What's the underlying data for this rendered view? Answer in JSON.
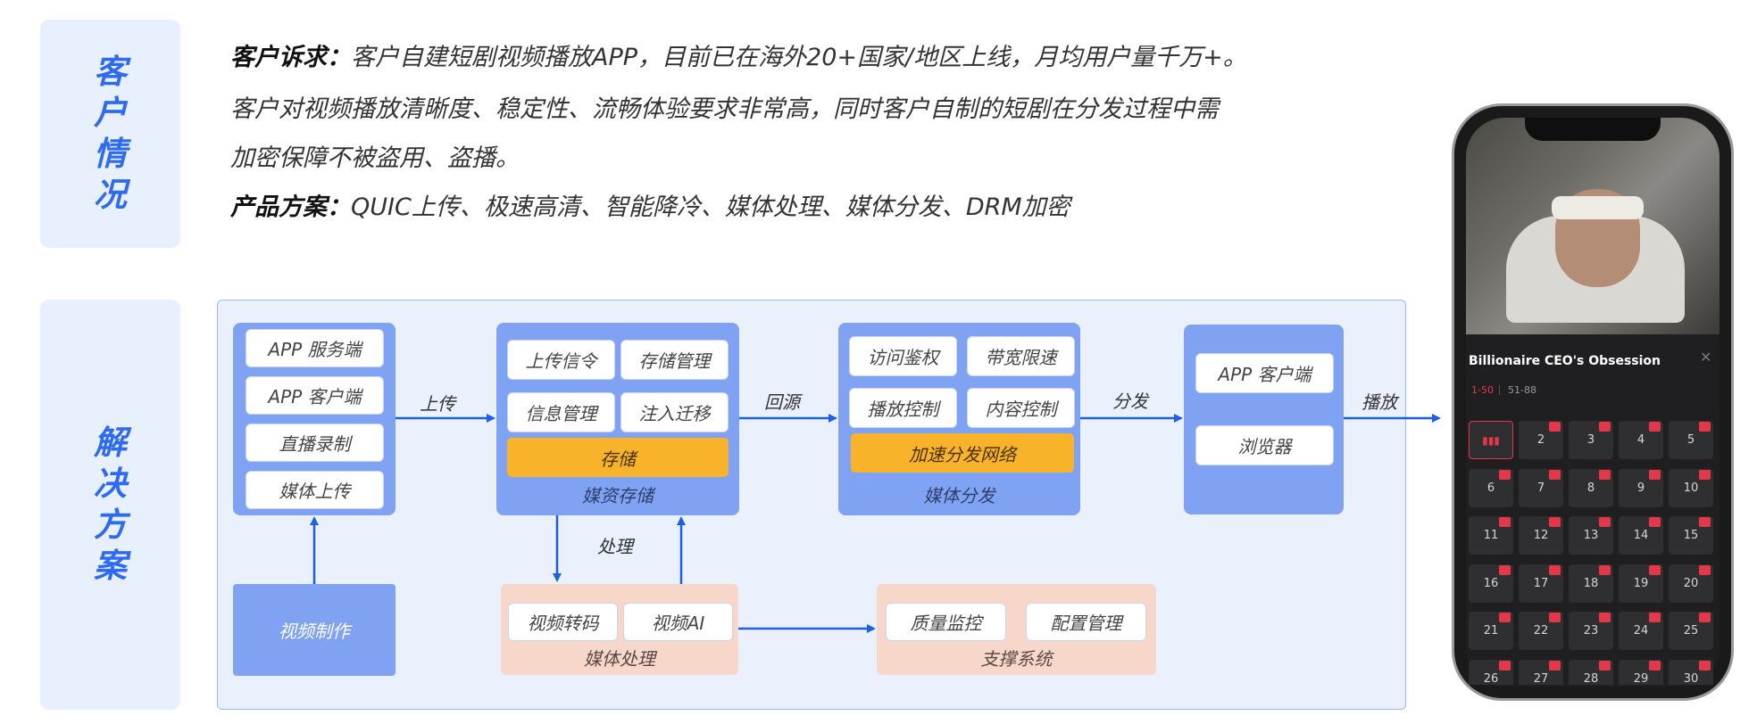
{
  "side_labels": {
    "top": [
      "客",
      "户",
      "情",
      "况"
    ],
    "bottom": [
      "解",
      "决",
      "方",
      "案"
    ]
  },
  "requirements": {
    "label1": "客户诉求：",
    "line1": "客户自建短剧视频播放APP，目前已在海外20+国家/地区上线，月均用户量千万+。",
    "line2": "客户对视频播放清晰度、稳定性、流畅体验要求非常高，同时客户自制的短剧在分发过程中需",
    "line3": "加密保障不被盗用、盗播。",
    "label2": "产品方案：",
    "line4": "QUIC上传、极速高清、智能降冷、媒体处理、媒体分发、DRM加密"
  },
  "diagram": {
    "source_group": [
      "APP 服务端",
      "APP 客户端",
      "直播录制",
      "媒体上传"
    ],
    "video_production": "视频制作",
    "arrow_upload": "上传",
    "storage_group": {
      "chips": [
        "上传信令",
        "存储管理",
        "信息管理",
        "注入迁移"
      ],
      "highlight": "存储",
      "caption": "媒资存储"
    },
    "arrow_origin": "回源",
    "distribution_group": {
      "chips": [
        "访问鉴权",
        "带宽限速",
        "播放控制",
        "内容控制"
      ],
      "highlight": "加速分发网络",
      "caption": "媒体分发"
    },
    "arrow_distribute": "分发",
    "client_group": [
      "APP 客户端",
      "浏览器"
    ],
    "arrow_play": "播放",
    "arrow_process": "处理",
    "processing_group": {
      "chips": [
        "视频转码",
        "视频AI"
      ],
      "caption": "媒体处理"
    },
    "support_group": {
      "chips": [
        "质量监控",
        "配置管理"
      ],
      "caption": "支撑系统"
    }
  },
  "phone": {
    "title": "Billionaire CEO's Obsession",
    "range_active": "1-50",
    "range_other": "51-88",
    "episodes": [
      "2",
      "3",
      "4",
      "5",
      "6",
      "7",
      "8",
      "9",
      "10",
      "11",
      "12",
      "13",
      "14",
      "15",
      "16",
      "17",
      "18",
      "19",
      "20",
      "21",
      "22",
      "23",
      "24",
      "25",
      "26",
      "27",
      "28",
      "29",
      "30"
    ],
    "colors": {
      "accent": "#e2384a",
      "brand": "#2f6bf0"
    }
  }
}
